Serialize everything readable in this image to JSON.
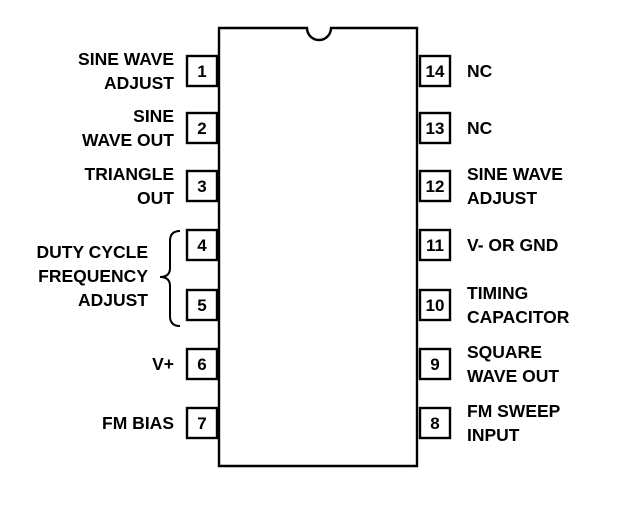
{
  "chip": {
    "body_name": "ic-body",
    "left_pins": [
      {
        "number": "1",
        "label_lines": [
          "SINE WAVE",
          "ADJUST"
        ]
      },
      {
        "number": "2",
        "label_lines": [
          "SINE",
          "WAVE OUT"
        ]
      },
      {
        "number": "3",
        "label_lines": [
          "TRIANGLE",
          "OUT"
        ]
      },
      {
        "number": "4",
        "label_lines": []
      },
      {
        "number": "5",
        "label_lines": []
      },
      {
        "number": "6",
        "label_lines": [
          "V+"
        ]
      },
      {
        "number": "7",
        "label_lines": [
          "FM BIAS"
        ]
      }
    ],
    "right_pins": [
      {
        "number": "14",
        "label_lines": [
          "NC"
        ]
      },
      {
        "number": "13",
        "label_lines": [
          "NC"
        ]
      },
      {
        "number": "12",
        "label_lines": [
          "SINE WAVE",
          "ADJUST"
        ]
      },
      {
        "number": "11",
        "label_lines": [
          "V- OR GND"
        ]
      },
      {
        "number": "10",
        "label_lines": [
          "TIMING",
          "CAPACITOR"
        ]
      },
      {
        "number": "9",
        "label_lines": [
          "SQUARE",
          "WAVE OUT"
        ]
      },
      {
        "number": "8",
        "label_lines": [
          "FM SWEEP",
          "INPUT"
        ]
      }
    ],
    "group_label_lines": [
      "DUTY CYCLE",
      "FREQUENCY",
      "ADJUST"
    ]
  }
}
